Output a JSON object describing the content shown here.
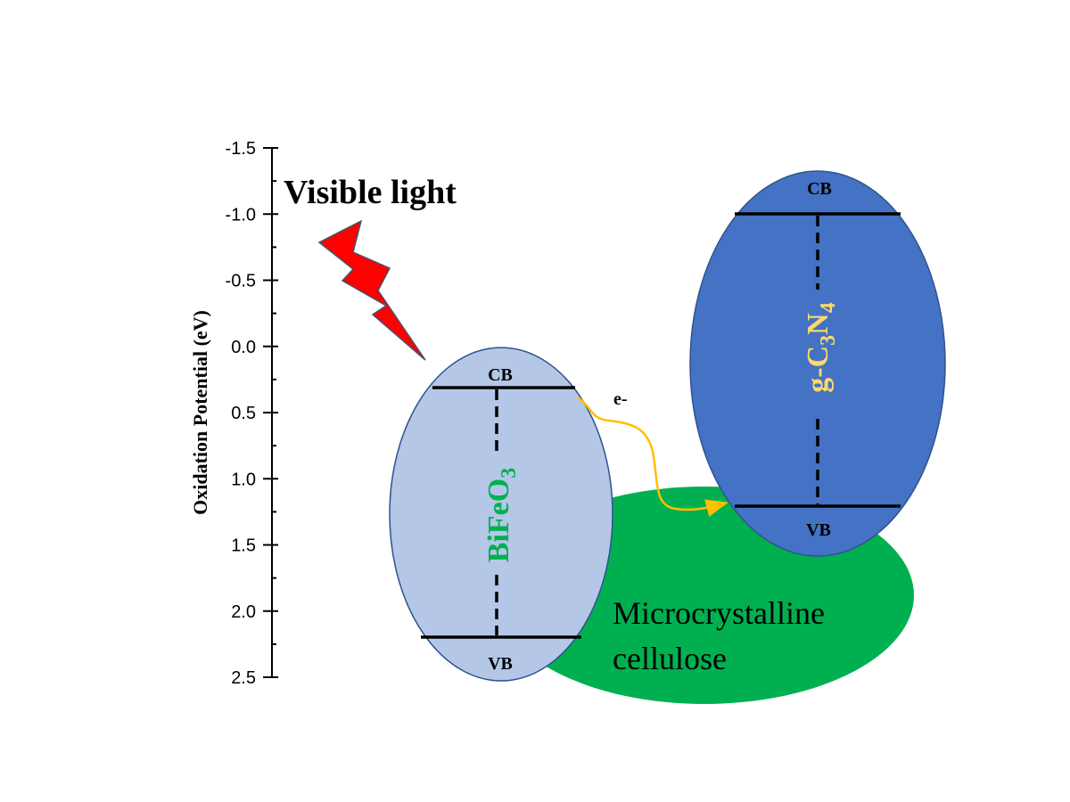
{
  "axis": {
    "label": "Oxidation Potential (eV)",
    "min": -1.5,
    "max": 2.5,
    "ticks": [
      "-1.5",
      "-1.0",
      "-0.5",
      "0.0",
      "0.5",
      "1.0",
      "1.5",
      "2.0",
      "2.5"
    ]
  },
  "light": {
    "label": "Visible light",
    "color": "#ff0000"
  },
  "bifeo3": {
    "name_base": "BiFeO",
    "name_sub": "3",
    "cb_label": "CB",
    "vb_label": "VB",
    "fill": "#b4c7e7",
    "text_color": "#00b050"
  },
  "gcn": {
    "name_parts": [
      "g-C",
      "3",
      "N",
      "4"
    ],
    "cb_label": "CB",
    "vb_label": "VB",
    "fill": "#4472c4",
    "text_color": "#ffd966"
  },
  "mcc": {
    "line1": "Microcrystalline",
    "line2": "cellulose",
    "fill": "#00b050"
  },
  "transfer": {
    "label": "e-",
    "color": "#ffc000"
  }
}
